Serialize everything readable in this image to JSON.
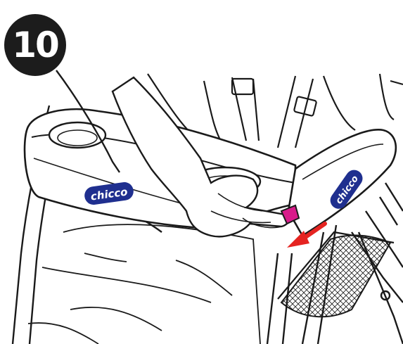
{
  "step": {
    "number": "10"
  },
  "logos": [
    {
      "text": "chicco"
    },
    {
      "text": "chicco"
    }
  ],
  "colors": {
    "badge": "#1c1c1c",
    "logo_blue": "#1f2f8f",
    "button_magenta": "#d81b8a",
    "arrow_red": "#e52421",
    "line": "#1a1a1a"
  }
}
